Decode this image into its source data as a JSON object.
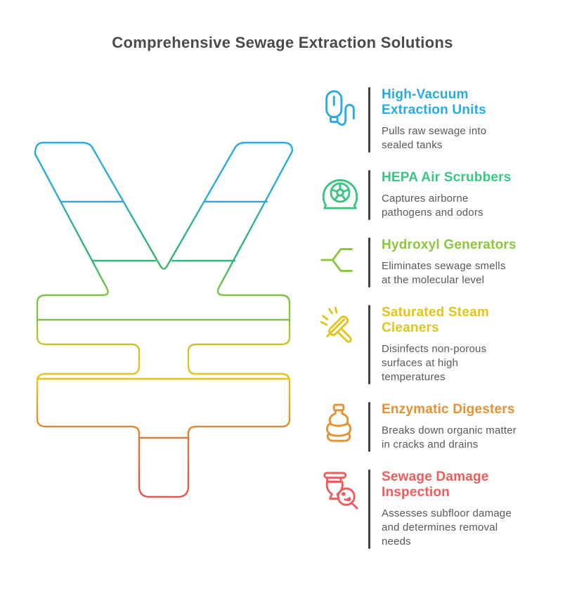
{
  "title": "Comprehensive Sewage Extraction Solutions",
  "colors": {
    "title_text": "#4A4A4A",
    "description_text": "#58595B",
    "item_divider": "#414042",
    "background": "#FFFFFF"
  },
  "yen_graphic": {
    "name": "segmented yen-symbol outline, vertical rainbow gradient, 6 segments",
    "gradient": [
      "#29ABE2",
      "#29ABE2",
      "#2EB77D",
      "#2BB573",
      "#76C144",
      "#8CC63F",
      "#D3C52B",
      "#E6C51D",
      "#E3A626",
      "#DE7E30",
      "#E46240",
      "#EC5150"
    ],
    "dividers": [
      "#29ABE2",
      "#2EB77D",
      "#79C046",
      "#E6C51D",
      "#DE7A31"
    ]
  },
  "items": [
    {
      "icon": "vacuum-extraction-unit-icon",
      "color": "#29ABE2",
      "title_lines": [
        "High-Vacuum",
        "Extraction Units"
      ],
      "description_lines": [
        "Pulls raw sewage into",
        "sealed tanks"
      ]
    },
    {
      "icon": "air-scrubber-fan-icon",
      "color": "#3BC582",
      "title_lines": [
        "HEPA Air Scrubbers"
      ],
      "description_lines": [
        "Captures airborne",
        "pathogens and odors"
      ]
    },
    {
      "icon": "hydroxyl-molecule-icon",
      "color": "#8CC63F",
      "title_lines": [
        "Hydroxyl Generators"
      ],
      "description_lines": [
        "Eliminates sewage smells",
        "at the molecular level"
      ]
    },
    {
      "icon": "steam-squeegee-icon",
      "color": "#E2C51B",
      "title_lines": [
        "Saturated Steam",
        "Cleaners"
      ],
      "description_lines": [
        "Disinfects non-porous",
        "surfaces at high",
        "temperatures"
      ]
    },
    {
      "icon": "enzyme-bottle-icon",
      "color": "#E8912F",
      "title_lines": [
        "Enzymatic Digesters"
      ],
      "description_lines": [
        "Breaks down organic matter",
        "in cracks and drains"
      ]
    },
    {
      "icon": "toilet-inspection-icon",
      "color": "#F15B5B",
      "title_lines": [
        "Sewage Damage",
        "Inspection"
      ],
      "description_lines": [
        "Assesses subfloor damage",
        "and determines removal",
        "needs"
      ]
    }
  ]
}
